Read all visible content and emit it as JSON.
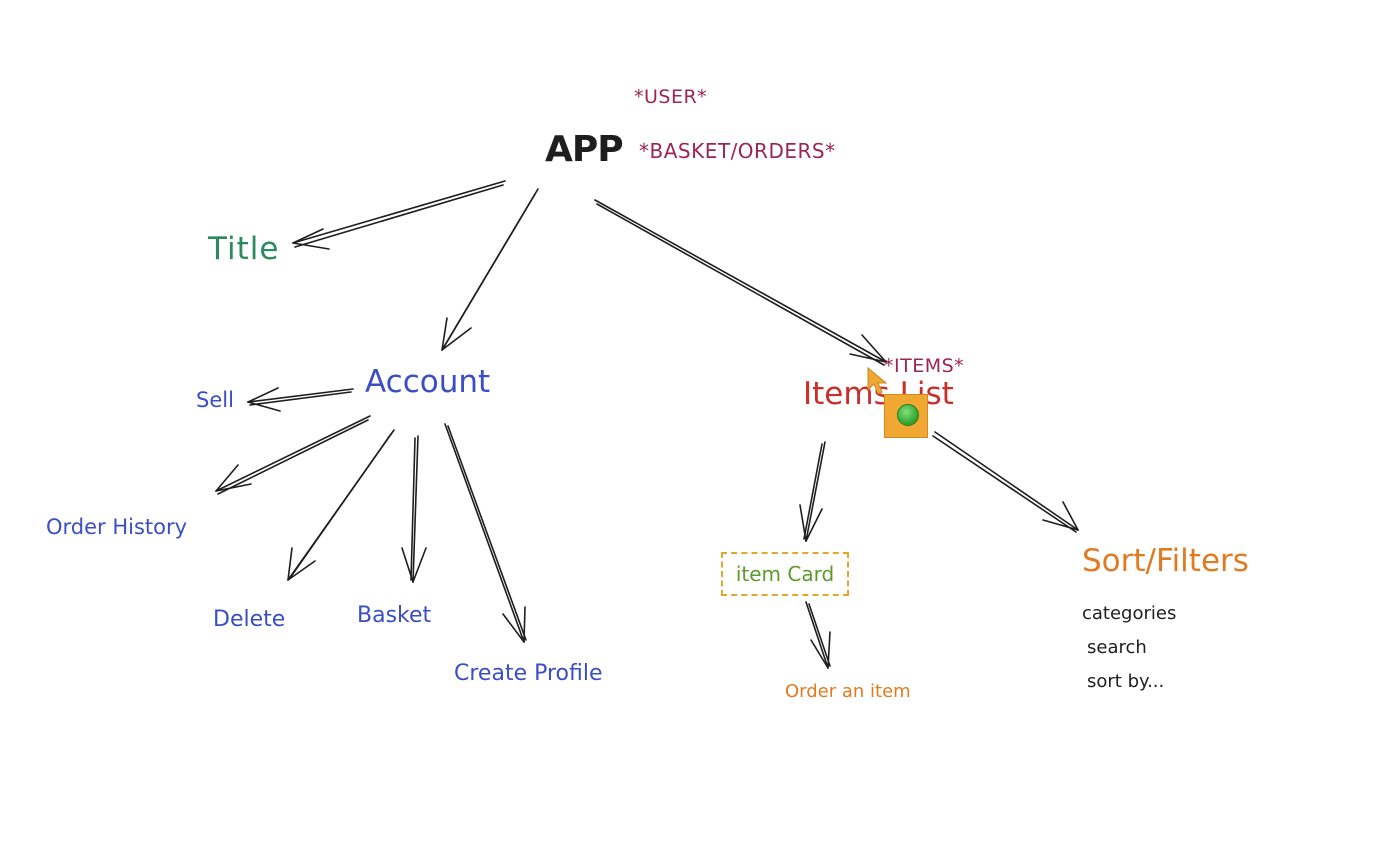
{
  "diagram": {
    "root": {
      "label": "APP",
      "notes": [
        "*USER*",
        "*BASKET/ORDERS*"
      ]
    },
    "title_node": {
      "label": "Title"
    },
    "account": {
      "label": "Account",
      "children": [
        "Sell",
        "Order History",
        "Delete",
        "Basket",
        "Create Profile"
      ]
    },
    "items_list": {
      "label": "Items List",
      "note": "*ITEMS*",
      "item_card": {
        "label": "item Card",
        "child": "Order an item"
      },
      "sort_filters": {
        "label": "Sort/Filters",
        "options": [
          "categories",
          "search",
          "sort by..."
        ]
      }
    },
    "edges": [
      [
        "APP",
        "Title"
      ],
      [
        "APP",
        "Account"
      ],
      [
        "APP",
        "Items List"
      ],
      [
        "Account",
        "Sell"
      ],
      [
        "Account",
        "Order History"
      ],
      [
        "Account",
        "Delete"
      ],
      [
        "Account",
        "Basket"
      ],
      [
        "Account",
        "Create Profile"
      ],
      [
        "Items List",
        "item Card"
      ],
      [
        "Items List",
        "Sort/Filters"
      ],
      [
        "item Card",
        "Order an item"
      ]
    ],
    "colors": {
      "root": "#1e1e1e",
      "note": "#9c2552",
      "title": "#2b8a5e",
      "account": "#3b4fc4",
      "items_list": "#c9302c",
      "item_card_text": "#5b9a2c",
      "item_card_border": "#e0a92a",
      "orange": "#e07b22",
      "arrow": "#1e1e1e"
    },
    "overlay": {
      "cursor_icon": "pointer-cursor-icon",
      "handle_icon": "green-dot-handle-icon"
    }
  }
}
